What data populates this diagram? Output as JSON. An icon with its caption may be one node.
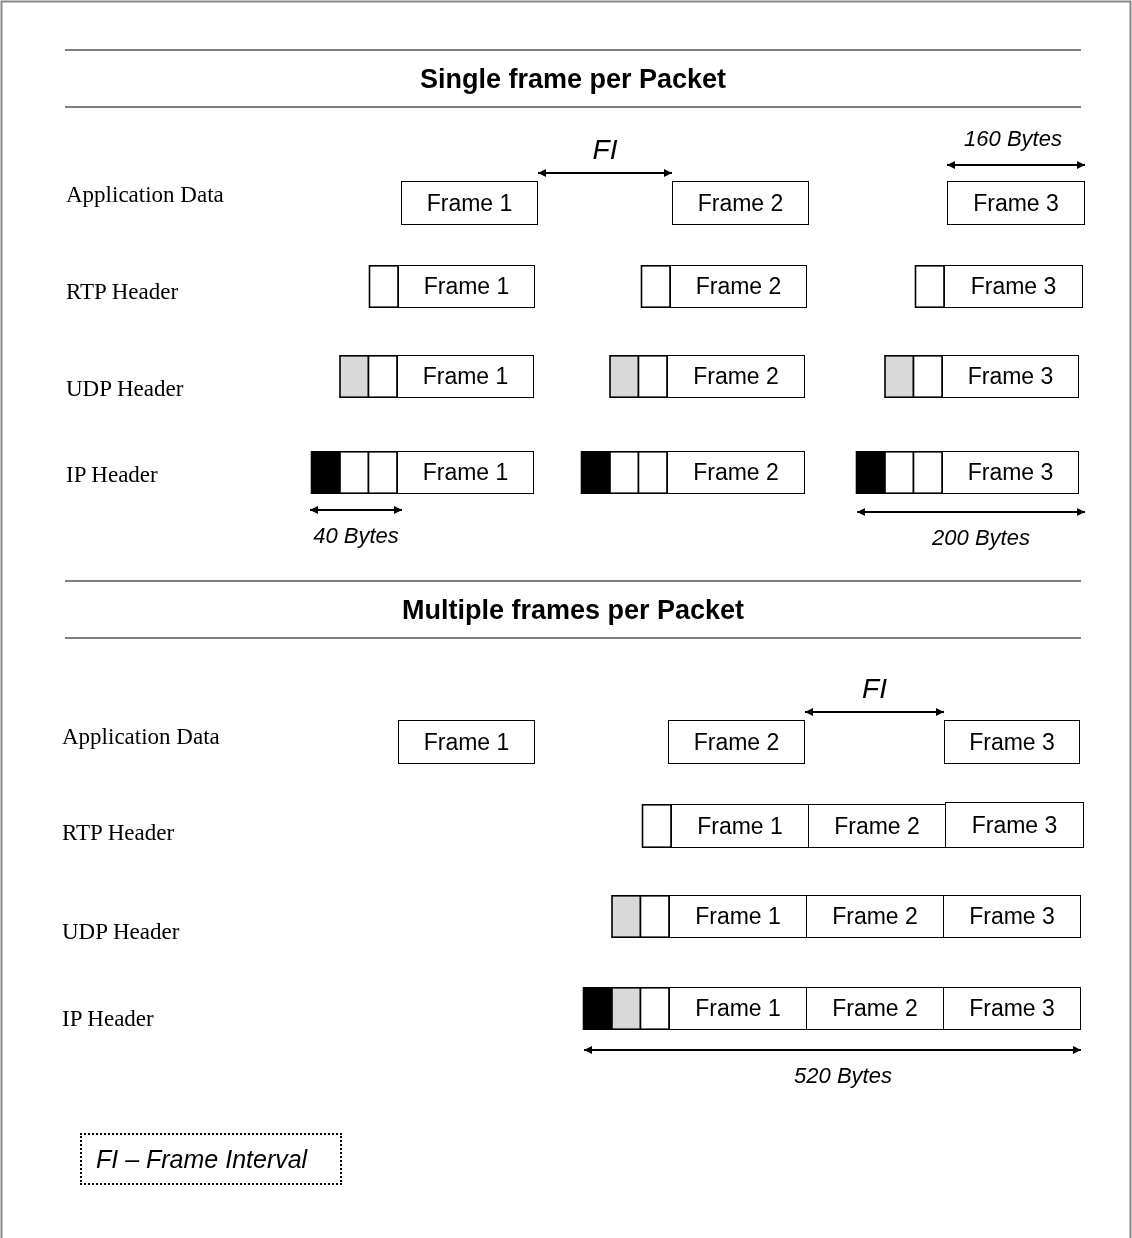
{
  "diagram": {
    "nodes": [
      {
        "text": [
          "Frame 1"
        ]
      },
      {
        "text": [
          "Frame 2"
        ]
      },
      {
        "text": [
          "Frame 3"
        ]
      },
      {
        "text": [
          "Frame 1"
        ]
      },
      {
        "text": [
          "Frame 2"
        ]
      },
      {
        "text": [
          "Frame 3"
        ]
      },
      {
        "text": [
          "Frame 1"
        ]
      },
      {
        "text": [
          "Frame 2"
        ]
      },
      {
        "text": [
          "Frame 3"
        ]
      },
      {
        "text": [
          "Frame 1"
        ]
      },
      {
        "text": [
          "Frame 2"
        ]
      },
      {
        "text": [
          "Frame 3"
        ]
      },
      {
        "text": [
          "Frame 1"
        ]
      },
      {
        "text": [
          "Frame 2"
        ]
      },
      {
        "text": [
          "Frame 3"
        ]
      },
      {
        "text": [
          "Frame 1"
        ]
      },
      {
        "text": [
          "Frame 2"
        ]
      },
      {
        "text": [
          "Frame 3"
        ]
      },
      {
        "text": [
          "Frame 1"
        ]
      },
      {
        "text": [
          "Frame 2"
        ]
      },
      {
        "text": [
          "Frame 3"
        ]
      },
      {
        "text": [
          "Frame 1"
        ]
      },
      {
        "text": [
          "Frame 2"
        ]
      },
      {
        "text": [
          "Frame 3"
        ]
      },
      {
        "text": [
          "FI – Frame Interval"
        ]
      }
    ],
    "edges": [
      {
        "from": 0,
        "to": 1,
        "arrow": "both",
        "label": "FI"
      },
      {
        "from": 13,
        "to": 14,
        "arrow": "both",
        "label": "FI"
      }
    ],
    "labels": [
      "Single frame per Packet",
      "160 Bytes",
      "Application Data",
      "RTP Header",
      "UDP Header",
      "IP Header",
      "40 Bytes",
      "200 Bytes",
      "Multiple frames per Packet",
      "Application Data",
      "RTP Header",
      "UDP Header",
      "IP Header",
      "520 Bytes"
    ]
  }
}
